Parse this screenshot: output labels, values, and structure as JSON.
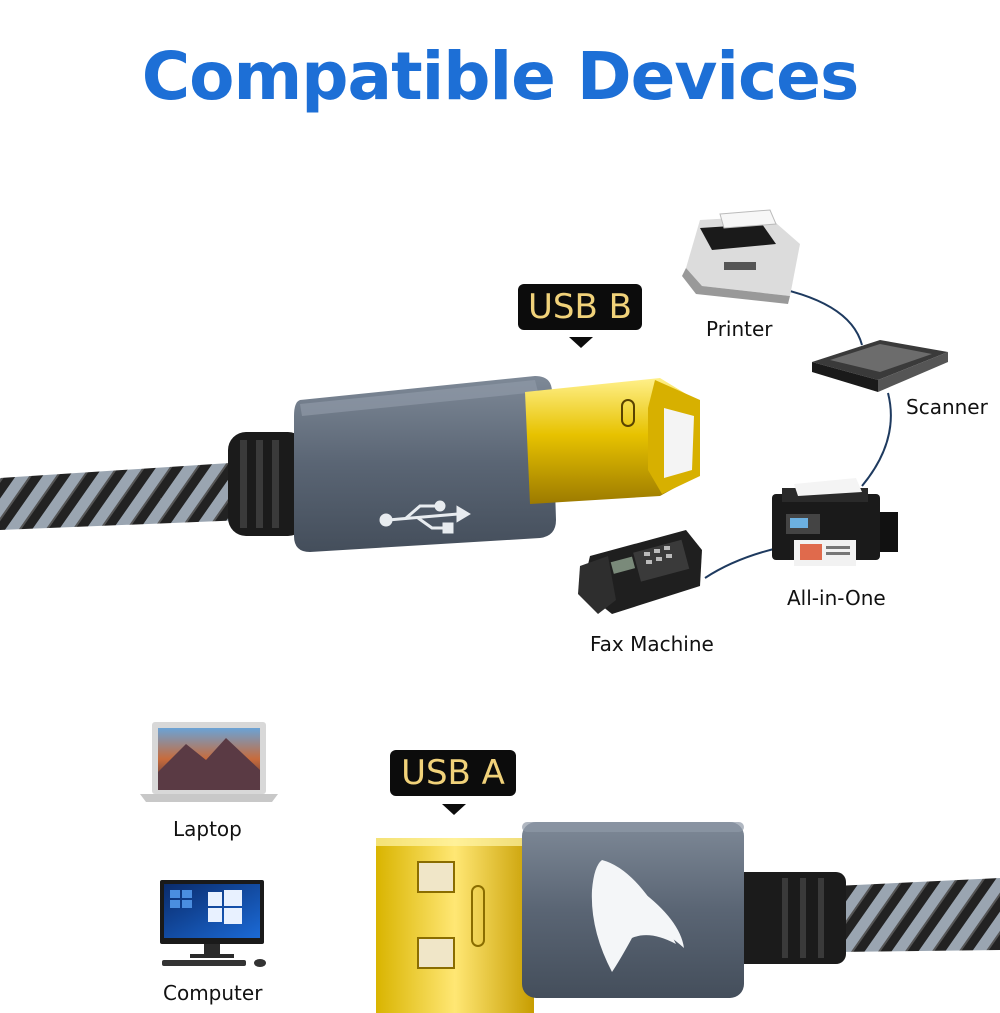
{
  "title": "Compatible Devices",
  "connectors": {
    "usb_b_label": "USB B",
    "usb_a_label": "USB A"
  },
  "devices_b": {
    "printer": "Printer",
    "scanner": "Scanner",
    "all_in_one": "All-in-One",
    "fax": "Fax Machine"
  },
  "devices_a": {
    "laptop": "Laptop",
    "computer": "Computer"
  },
  "colors": {
    "title": "#1d6fd6",
    "tag_bg": "#0c0c0c",
    "tag_text": "#f1d27a",
    "gold": "#e0b400",
    "housing": "#5f6b7a"
  }
}
